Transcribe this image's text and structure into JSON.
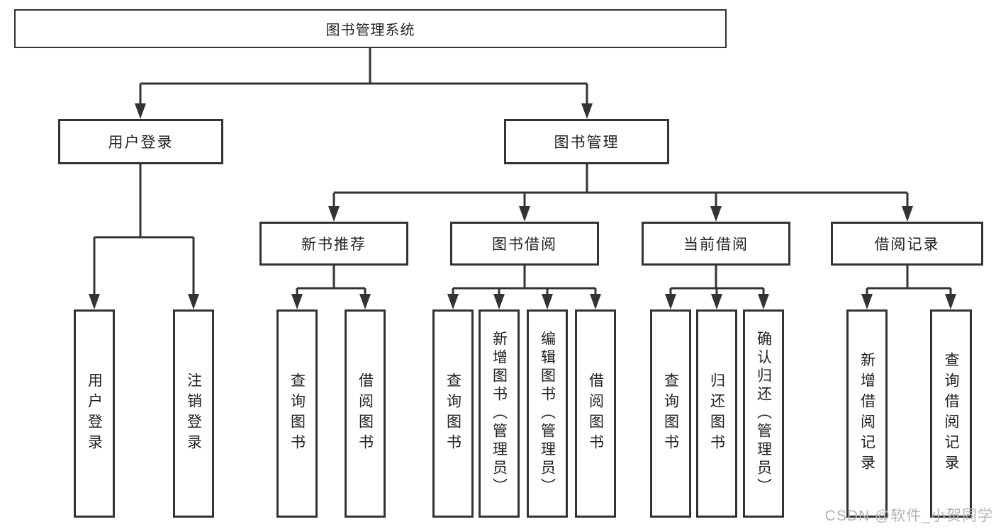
{
  "diagram": {
    "type": "org-tree",
    "title": "图书管理系统",
    "watermark": "CSDN @软件_小贺同学",
    "colors": {
      "line": "#333333",
      "text": "#222222",
      "background": "#ffffff",
      "watermark": "#b3b3b3"
    },
    "nodes": {
      "root": "图书管理系统",
      "level2": [
        "用户登录",
        "图书管理"
      ],
      "level3": [
        "新书推荐",
        "图书借阅",
        "当前借阅",
        "借阅记录"
      ],
      "leaves": {
        "user_login": [
          "用户登录",
          "注销登录"
        ],
        "new_book_recommend": [
          "查询图书",
          "借阅图书"
        ],
        "book_borrow": [
          "查询图书",
          "新增图书（管理员）",
          "编辑图书（管理员）",
          "借阅图书"
        ],
        "current_borrow": [
          "查询图书",
          "归还图书",
          "确认归还（管理员）"
        ],
        "borrow_records": [
          "新增借阅记录",
          "查询借阅记录"
        ]
      }
    }
  }
}
